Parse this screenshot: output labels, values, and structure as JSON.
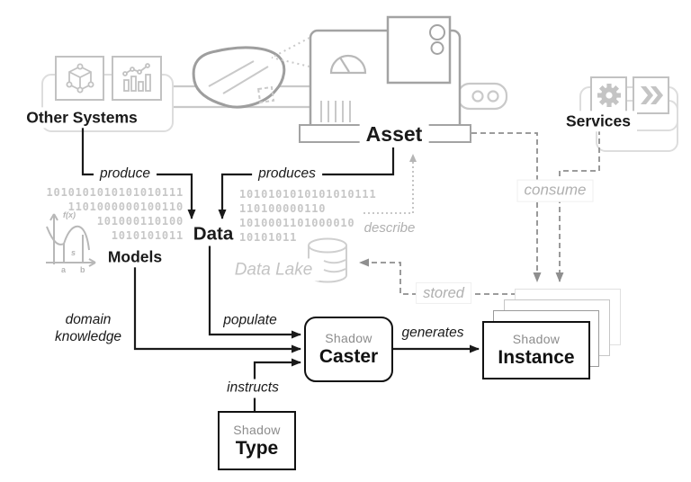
{
  "nodes": {
    "other_systems": {
      "label": "Other Systems"
    },
    "asset": {
      "label": "Asset"
    },
    "services": {
      "label": "Services"
    },
    "data": {
      "label": "Data"
    },
    "models": {
      "label": "Models"
    },
    "data_lake": {
      "label": "Data Lake"
    },
    "shadow_caster": {
      "sub": "Shadow",
      "label": "Caster"
    },
    "shadow_instance": {
      "sub": "Shadow",
      "label": "Instance"
    },
    "shadow_type": {
      "sub": "Shadow",
      "label": "Type"
    }
  },
  "edges": {
    "produce": {
      "label": "produce"
    },
    "produces": {
      "label": "produces"
    },
    "describe": {
      "label": "describe"
    },
    "consume": {
      "label": "consume"
    },
    "stored": {
      "label": "stored"
    },
    "populate": {
      "label": "populate"
    },
    "generates": {
      "label": "generates"
    },
    "instructs": {
      "label": "instructs"
    },
    "domain_knowledge": {
      "line1": "domain",
      "line2": "knowledge"
    }
  },
  "decor": {
    "binary_left": [
      "1010101010101010111",
      "1101000000100110",
      "101000110100",
      "1010101011"
    ],
    "binary_right": [
      "1010101010101010111",
      "110100000110",
      "1010001101000010",
      "10101011"
    ],
    "math_icon": {
      "fx": "f(x)",
      "s": "s",
      "a": "a",
      "b": "b"
    }
  },
  "colors": {
    "ink": "#1a1a1a",
    "arrow_gray": "#8f8f8f",
    "illustration_gray": "#a3a3a3",
    "faint_gray": "#c9c9c9",
    "container_outline": "#dddddd",
    "label_gray": "#b0b0b0"
  }
}
